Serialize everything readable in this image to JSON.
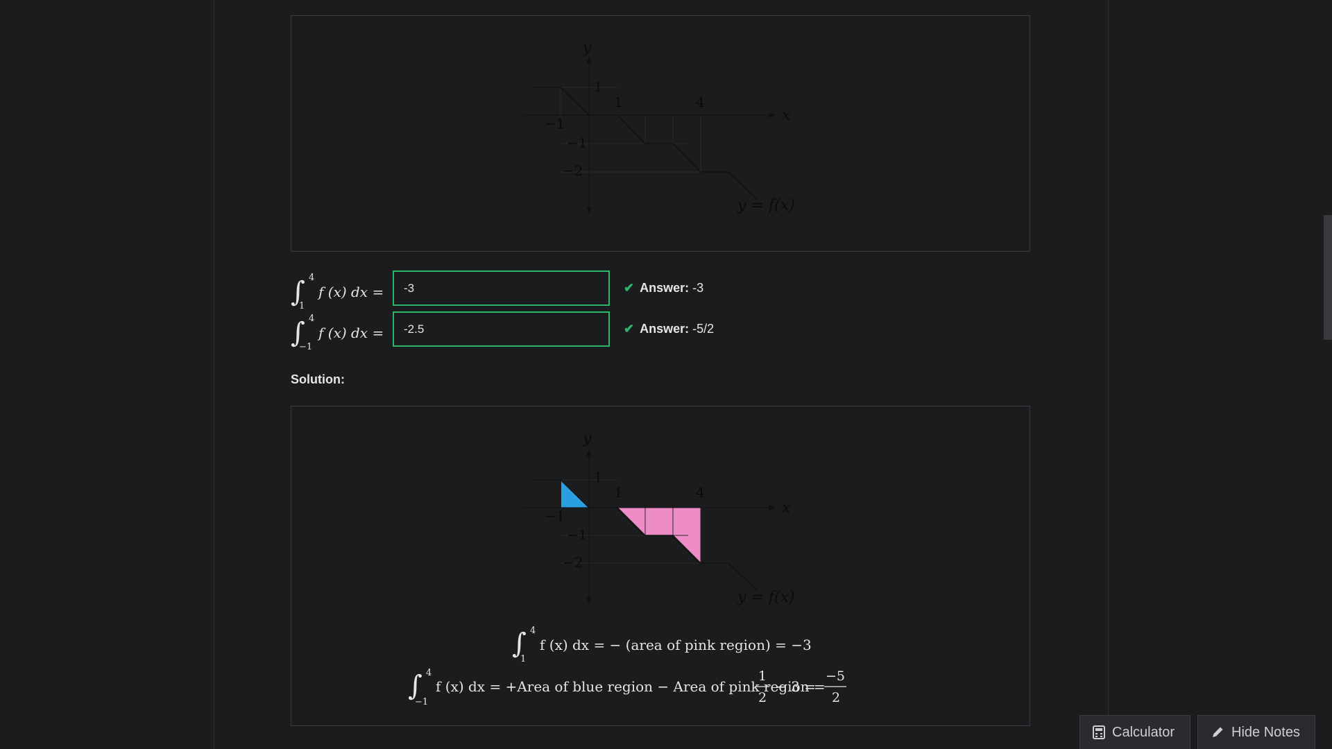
{
  "problem_graph": {
    "y_axis_label": "y",
    "x_axis_label": "x",
    "function_label": "y = f(x)",
    "tick_labels": {
      "y1": "1",
      "x1": "1",
      "x4": "4",
      "xm1": "−1",
      "ym1": "−1",
      "ym2": "−2"
    }
  },
  "questions": [
    {
      "integral_lower": "1",
      "integral_upper": "4",
      "integrand": "f (x) dx =",
      "input_value": "-3",
      "answer_label": "Answer:",
      "answer_value": "-3"
    },
    {
      "integral_lower": "−1",
      "integral_upper": "4",
      "integrand": "f (x) dx =",
      "input_value": "-2.5",
      "answer_label": "Answer:",
      "answer_value": "-5/2"
    }
  ],
  "solution": {
    "label": "Solution:",
    "graph": {
      "y_axis_label": "y",
      "x_axis_label": "x",
      "function_label": "y = f(x)",
      "tick_labels": {
        "y1": "1",
        "x1": "1",
        "x4": "4",
        "xm1": "−1",
        "ym1": "−1",
        "ym2": "−2"
      },
      "colors": {
        "blue_region": "#2a9fe0",
        "pink_region": "#ee8cc8"
      }
    },
    "eq1": {
      "lower": "1",
      "upper": "4",
      "text": "f (x) dx = − (area of pink region) = −3"
    },
    "eq2": {
      "lower": "−1",
      "upper": "4",
      "text": "f (x) dx = +Area of blue region − Area of pink region =",
      "frac1_num": "1",
      "frac1_den": "2",
      "middle": "− 3 =",
      "frac2_num": "−5",
      "frac2_den": "2"
    }
  },
  "buttons": {
    "calculator": "Calculator",
    "hide_notes": "Hide Notes"
  },
  "colors": {
    "correct": "#2fb56a",
    "background": "#1b1c1e"
  }
}
